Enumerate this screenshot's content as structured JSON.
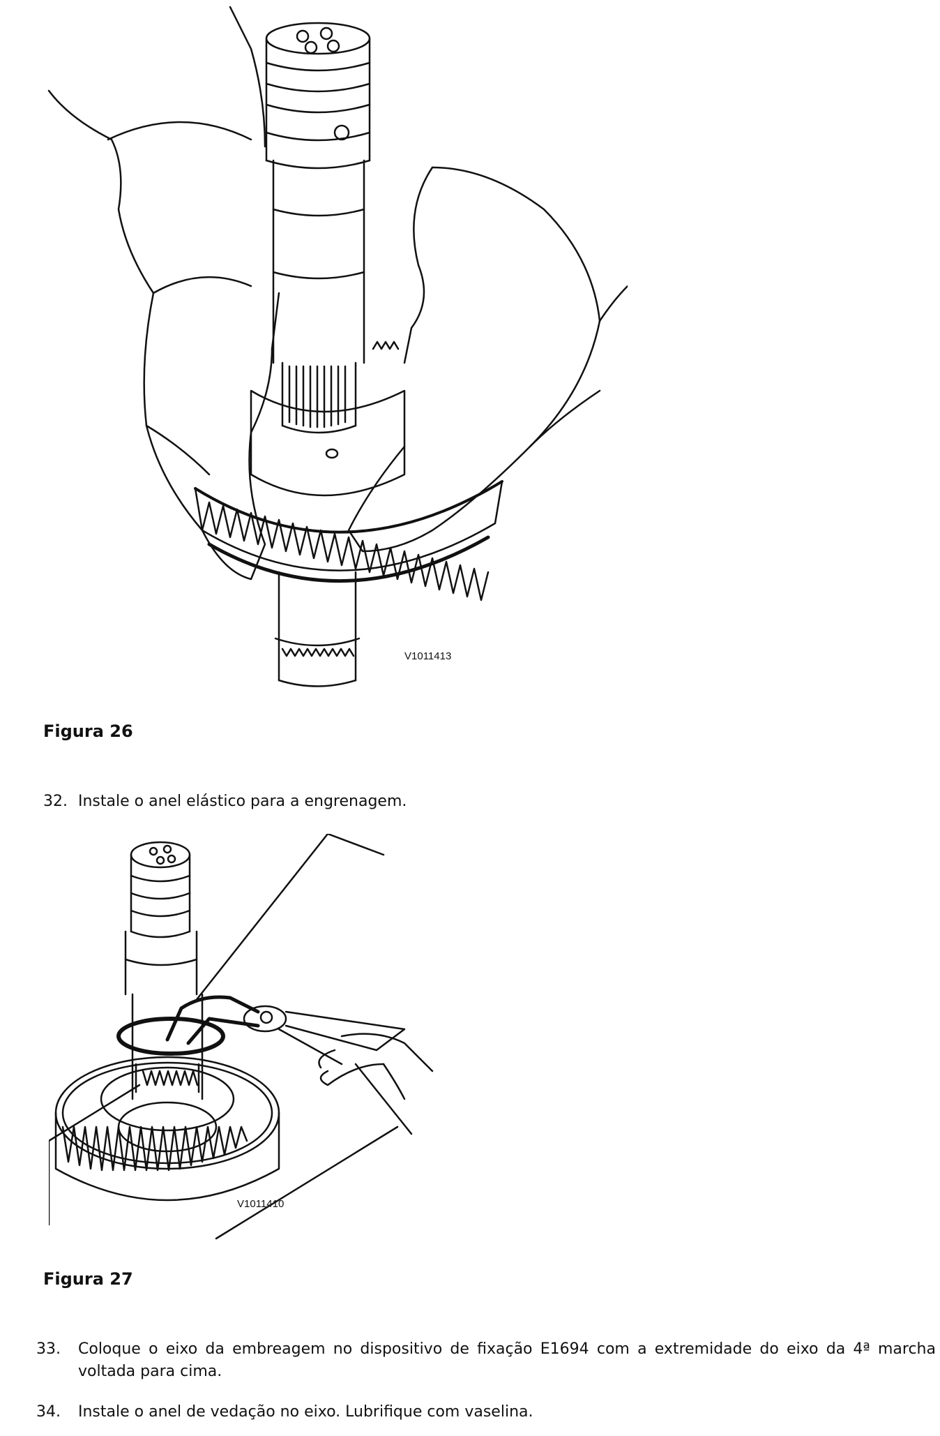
{
  "figures": [
    {
      "code": "V1011413",
      "caption": "Figura 26"
    },
    {
      "code": "V1011410",
      "caption": "Figura 27"
    }
  ],
  "steps": [
    {
      "number": "32.",
      "text": "Instale o anel elástico para a engrenagem."
    },
    {
      "number": "33.",
      "text": "Coloque o eixo da embreagem no dispositivo de fixação E1694 com a extremidade do eixo da 4ª marcha voltada para cima."
    },
    {
      "number": "34.",
      "text": "Instale o anel de vedação no eixo. Lubrifique com vaselina."
    }
  ]
}
